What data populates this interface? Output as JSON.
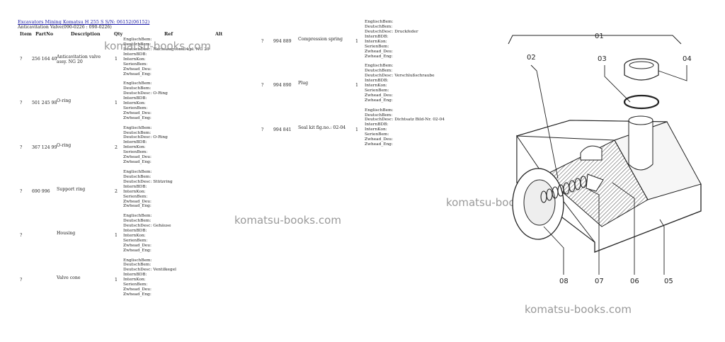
{
  "header": {
    "breadcrumb": "Excavators Mining Komatsu H 255 S S/N: 06152(06152)",
    "subtitle": "Anticavitation Valve(090-0226 : 090-0226)"
  },
  "columns": {
    "item": "Item",
    "partno": "PartNo",
    "description": "Description",
    "qty": "Qty",
    "ref": "Ref",
    "alt": "Alt"
  },
  "left_rows": [
    {
      "item": "?",
      "partno": "256 164 40",
      "description": "Anticavitation valve assy. NG 20",
      "qty": "1",
      "ref": [
        "EnglischBem:",
        "DeutschBem:",
        "DeutschDesc: Nachsaugventil kpl. NG 20",
        "InternBDB:",
        "InternKon:",
        "SerienBem:",
        "Zwhead_Deu:",
        "Zwhead_Eng:"
      ]
    },
    {
      "item": "?",
      "partno": "501 245 98",
      "description": "O-ring",
      "qty": "1",
      "ref": [
        "EnglischBem:",
        "DeutschBem:",
        "DeutschDesc: O-Ring",
        "InternBDB:",
        "InternKon:",
        "SerienBem:",
        "Zwhead_Deu:",
        "Zwhead_Eng:"
      ]
    },
    {
      "item": "?",
      "partno": "367 124 99",
      "description": "O-ring",
      "qty": "2",
      "ref": [
        "EnglischBem:",
        "DeutschBem:",
        "DeutschDesc: O-Ring",
        "InternBDB:",
        "InternKon:",
        "SerienBem:",
        "Zwhead_Deu:",
        "Zwhead_Eng:"
      ]
    },
    {
      "item": "?",
      "partno": "690 996",
      "description": "Support ring",
      "qty": "2",
      "ref": [
        "EnglischBem:",
        "DeutschBem:",
        "DeutschDesc: Stützring",
        "InternBDB:",
        "InternKon:",
        "SerienBem:",
        "Zwhead_Deu:",
        "Zwhead_Eng:"
      ]
    },
    {
      "item": "?",
      "partno": "",
      "description": "Housing",
      "qty": "1",
      "ref": [
        "EnglischBem:",
        "DeutschBem:",
        "DeutschDesc: Gehäuse",
        "InternBDB:",
        "InternKon:",
        "SerienBem:",
        "Zwhead_Deu:",
        "Zwhead_Eng:"
      ]
    },
    {
      "item": "?",
      "partno": "",
      "description": "Valve cone",
      "qty": "1",
      "ref": [
        "EnglischBem:",
        "DeutschBem:",
        "DeutschDesc: Ventilkegel",
        "InternBDB:",
        "InternKon:",
        "SerienBem:",
        "Zwhead_Deu:",
        "Zwhead_Eng:"
      ]
    }
  ],
  "right_rows": [
    {
      "item": "?",
      "partno": "994 889",
      "description": "Compression spring",
      "qty": "1",
      "ref": [
        "EnglischBem:",
        "DeutschBem:",
        "DeutschDesc: Druckfeder",
        "InternBDB:",
        "InternKon:",
        "SerienBem:",
        "Zwhead_Deu:",
        "Zwhead_Eng:"
      ]
    },
    {
      "item": "?",
      "partno": "994 890",
      "description": "Plug",
      "qty": "1",
      "ref": [
        "EnglischBem:",
        "DeutschBem:",
        "DeutschDesc: Verschlußschraube",
        "InternBDB:",
        "InternKon:",
        "SerienBem:",
        "Zwhead_Deu:",
        "Zwhead_Eng:"
      ]
    },
    {
      "item": "?",
      "partno": "994 841",
      "description": "Seal kit fig.no.: 02-04",
      "qty": "1",
      "ref": [
        "EnglischBem:",
        "DeutschBem:",
        "DeutschDesc: Dichtsatz Bild-Nr. 02-04",
        "InternBDB:",
        "InternKon:",
        "SerienBem:",
        "Zwhead_Deu:",
        "Zwhead_Eng:"
      ]
    }
  ],
  "diagram": {
    "callouts": [
      "01",
      "02",
      "03",
      "04",
      "05",
      "06",
      "07",
      "08"
    ]
  },
  "watermark": "komatsu-books.com"
}
